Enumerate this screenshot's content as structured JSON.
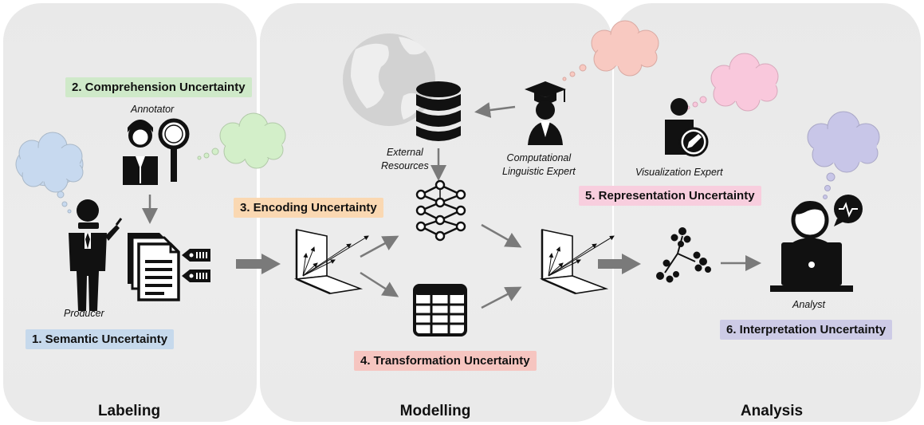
{
  "panels": {
    "labeling": "Labeling",
    "modelling": "Modelling",
    "analysis": "Analysis"
  },
  "badges": {
    "semantic": "1. Semantic Uncertainty",
    "comprehension": "2. Comprehension Uncertainty",
    "encoding": "3. Encoding Uncertainty",
    "transformation": "4. Transformation Uncertainty",
    "representation": "5. Representation Uncertainty",
    "interpretation": "6. Interpretation Uncertainty"
  },
  "captions": {
    "annotator": "Annotator",
    "producer": "Producer",
    "external_resources_line1": "External",
    "external_resources_line2": "Resources",
    "expert_line1": "Computational",
    "expert_line2": "Linguistic Expert",
    "visualization_expert": "Visualization Expert",
    "analyst": "Analyst"
  },
  "colors": {
    "semantic": "#c6d9ec",
    "comprehension": "#cfe9c9",
    "encoding": "#fad8b2",
    "transformation": "#f6c5c0",
    "representation": "#f8cede",
    "interpretation": "#cdcbe6",
    "cloud_blue": "#c7d9ef",
    "cloud_green": "#d3efc9",
    "cloud_salmon": "#f8c9c1",
    "cloud_pink": "#f9c8dc",
    "cloud_purple": "#c8c6e8"
  }
}
